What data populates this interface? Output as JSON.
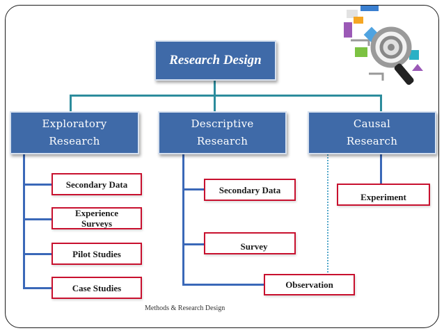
{
  "root": {
    "label": "Research Design"
  },
  "branches": [
    {
      "label_line1": "Exploratory",
      "label_line2": "Research",
      "items": [
        "Secondary Data",
        "Experience Surveys",
        "Pilot Studies",
        "Case Studies"
      ]
    },
    {
      "label_line1": "Descriptive",
      "label_line2": "Research",
      "items": [
        "Secondary Data",
        "Survey",
        "Observation"
      ]
    },
    {
      "label_line1": "Causal",
      "label_line2": "Research",
      "items": [
        "Experiment"
      ]
    }
  ],
  "footer": "Methods & Research Design",
  "colors": {
    "box_fill": "#3f6aa8",
    "item_border": "#c8102e",
    "connector": "#2c8c9c",
    "branch_line": "#3a68b8"
  }
}
